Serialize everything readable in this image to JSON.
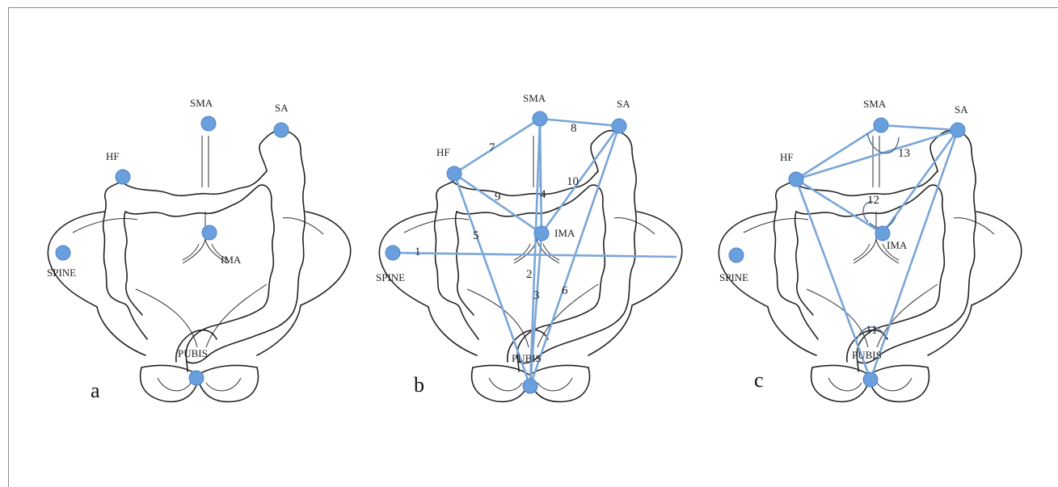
{
  "panels": [
    {
      "letter": "a",
      "labels": {
        "sma": "SMA",
        "sa": "SA",
        "hf": "HF",
        "ima": "IMA",
        "spine": "SPINE",
        "pubis": "PUBIS"
      },
      "numbers": []
    },
    {
      "letter": "b",
      "labels": {
        "sma": "SMA",
        "sa": "SA",
        "hf": "HF",
        "ima": "IMA",
        "spine": "SPINE",
        "pubis": "PUBIS"
      },
      "numbers": [
        "1",
        "2",
        "3",
        "4",
        "5",
        "6",
        "7",
        "8",
        "9",
        "10"
      ]
    },
    {
      "letter": "c",
      "labels": {
        "sma": "SMA",
        "sa": "SA",
        "hf": "HF",
        "ima": "IMA",
        "spine": "SPINE",
        "pubis": "PUBIS"
      },
      "numbers": [
        "11",
        "12",
        "13"
      ]
    }
  ],
  "colors": {
    "landmark": "#6a9fde",
    "measure_line": "#7aa6d6"
  }
}
